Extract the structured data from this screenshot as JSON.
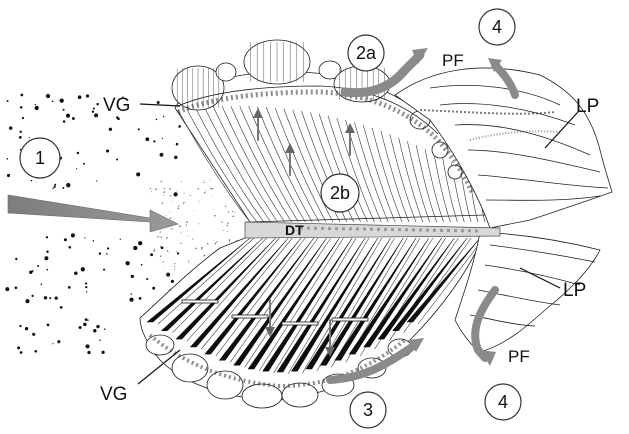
{
  "labels": {
    "vg_top": "VG",
    "vg_bottom": "VG",
    "dt": "DT",
    "lp_top": "LP",
    "lp_bottom": "LP",
    "pf_top": "PF",
    "pf_bottom": "PF"
  },
  "steps": {
    "one": "1",
    "two_a": "2a",
    "two_b": "2b",
    "three": "3",
    "four_top": "4",
    "four_bottom": "4"
  },
  "colors": {
    "arrow_gray": "#8a8a8a",
    "arrow_dark": "#6e6e6e",
    "ink": "#1a1a1a",
    "filament_dark": "#0d0d0d"
  }
}
